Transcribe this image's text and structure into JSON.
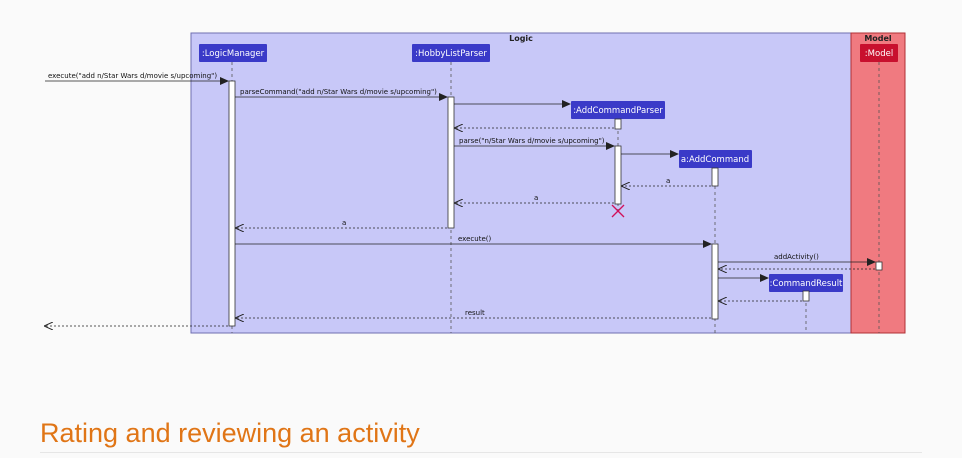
{
  "diagram": {
    "packages": {
      "logic": {
        "label": "Logic",
        "fill": "#c8c8f8",
        "border": "#6f6fb0"
      },
      "model": {
        "label": "Model",
        "fill": "#f07a80",
        "border": "#b03035"
      }
    },
    "participants": {
      "logic_manager": ":LogicManager",
      "hobby_list_parser": ":HobbyListParser",
      "add_command_parser": ":AddCommandParser",
      "add_command": "a:AddCommand",
      "command_result": ":CommandResult",
      "model": ":Model"
    },
    "colors": {
      "participant_fill": "#3a3ac8",
      "model_fill": "#c8102e",
      "destroy_mark": "#d0105a"
    },
    "messages": {
      "execute_input": "execute(\"add n/Star Wars d/movie s/upcoming\")",
      "parse_command": "parseCommand(\"add n/Star Wars d/movie s/upcoming\")",
      "parse": "parse(\"n/Star Wars d/movie s/upcoming\")",
      "return_a_1": "a",
      "return_a_2": "a",
      "return_a_3": "a",
      "execute": "execute()",
      "add_activity": "addActivity()",
      "result": "result"
    }
  },
  "section_heading": "Rating and reviewing an activity"
}
